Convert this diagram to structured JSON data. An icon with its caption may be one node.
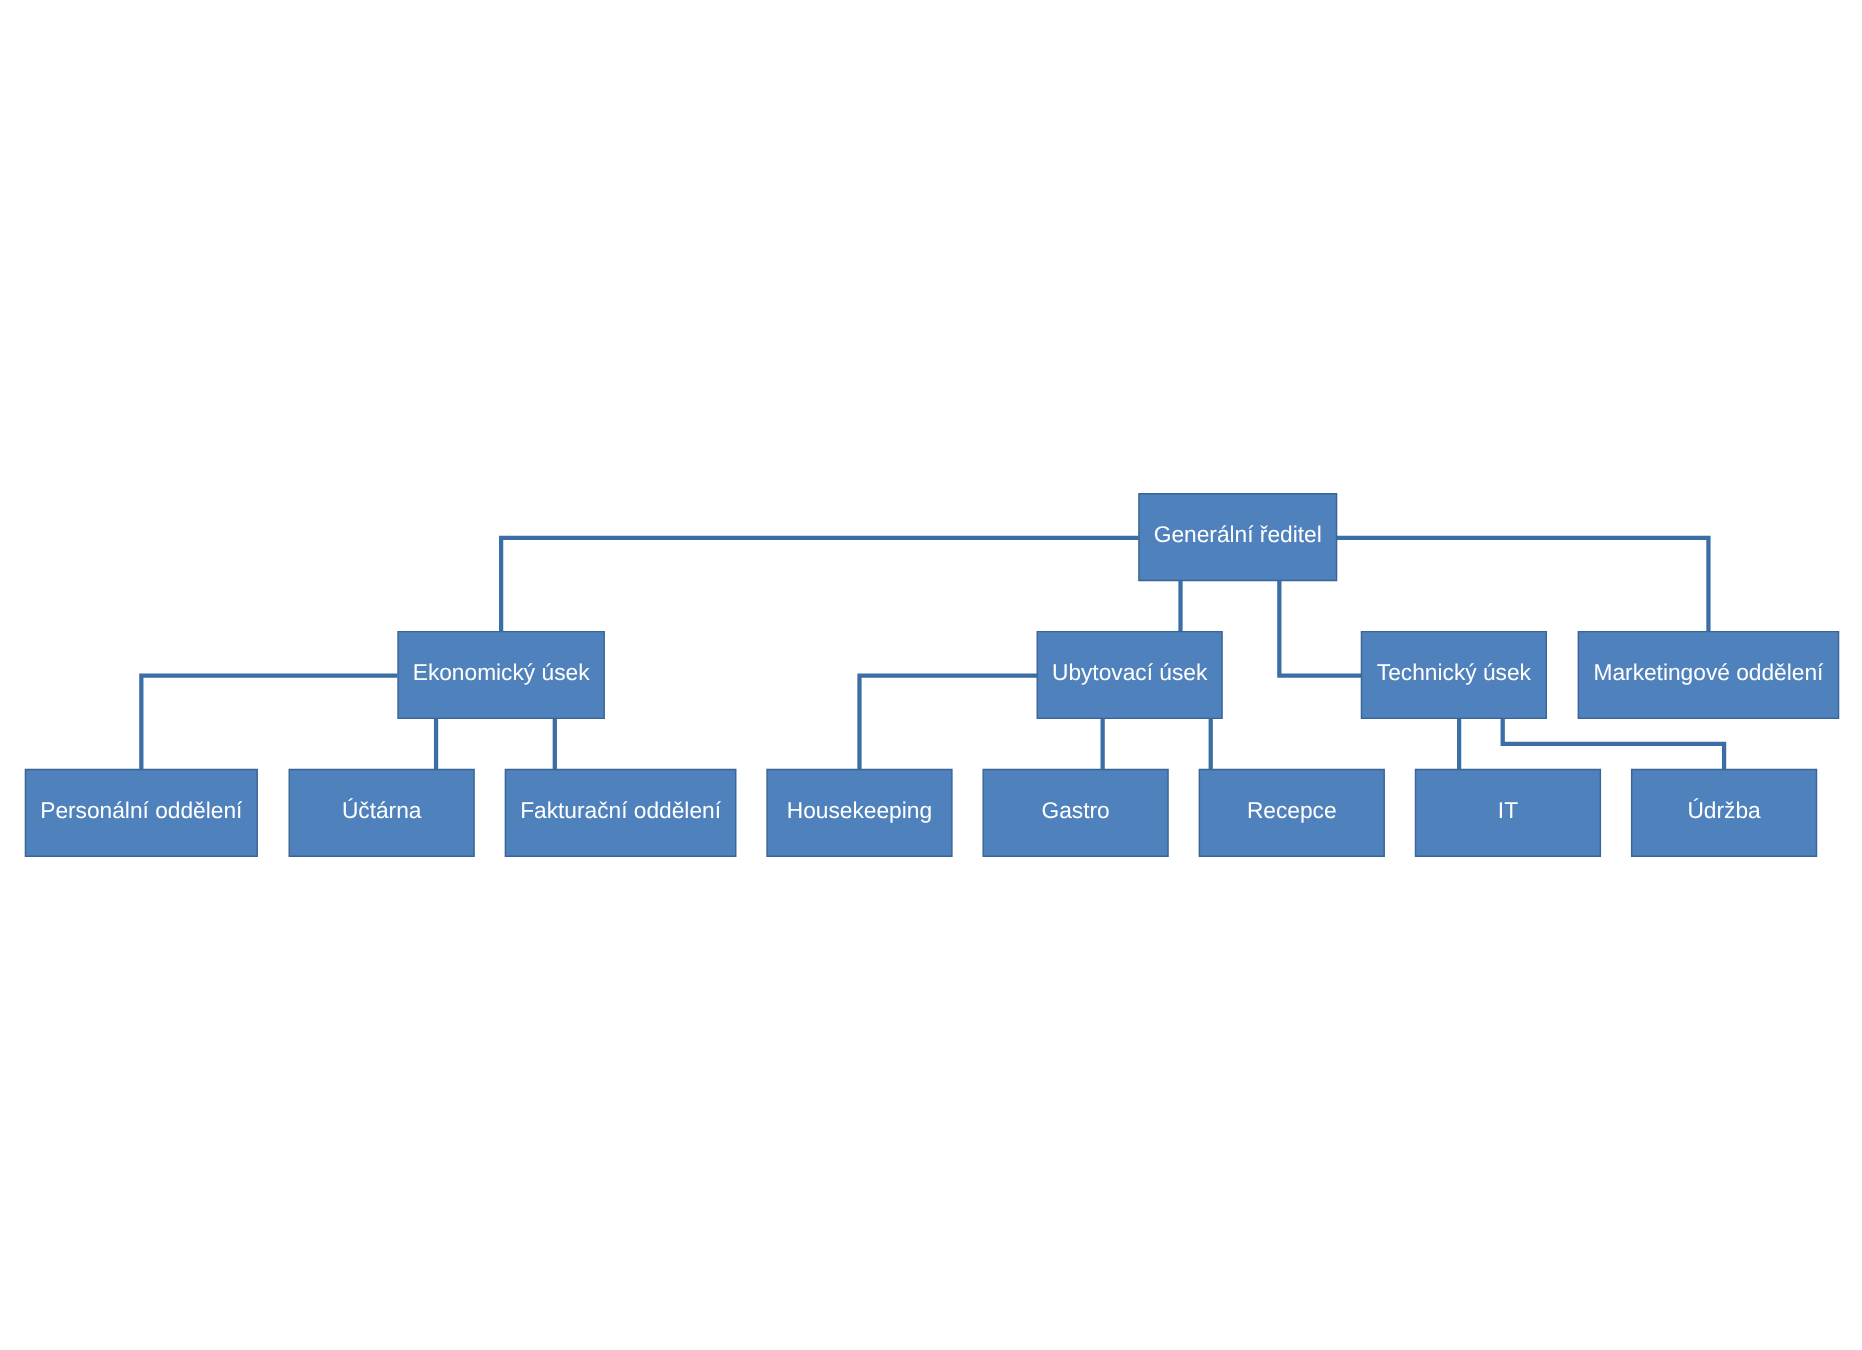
{
  "diagram": {
    "nodes": [
      {
        "text": [
          "Generální ředitel"
        ]
      },
      {
        "text": [
          "Ekonomický úsek"
        ]
      },
      {
        "text": [
          "Ubytovací úsek"
        ]
      },
      {
        "text": [
          "Technický úsek"
        ]
      },
      {
        "text": [
          "Marketingové oddělení"
        ]
      },
      {
        "text": [
          "Personální oddělení"
        ]
      },
      {
        "text": [
          "Účtárna"
        ]
      },
      {
        "text": [
          "Fakturační oddělení"
        ]
      },
      {
        "text": [
          "Housekeeping"
        ]
      },
      {
        "text": [
          "Gastro"
        ]
      },
      {
        "text": [
          "Recepce"
        ]
      },
      {
        "text": [
          "IT"
        ]
      },
      {
        "text": [
          "Údržba"
        ]
      }
    ],
    "edges": [
      {
        "from": 0,
        "to": 1,
        "arrow": "none"
      },
      {
        "from": 0,
        "to": 2,
        "arrow": "none"
      },
      {
        "from": 0,
        "to": 3,
        "arrow": "none"
      },
      {
        "from": 0,
        "to": 4,
        "arrow": "none"
      },
      {
        "from": 1,
        "to": 5,
        "arrow": "none"
      },
      {
        "from": 1,
        "to": 6,
        "arrow": "none"
      },
      {
        "from": 1,
        "to": 7,
        "arrow": "none"
      },
      {
        "from": 2,
        "to": 8,
        "arrow": "none"
      },
      {
        "from": 2,
        "to": 9,
        "arrow": "none"
      },
      {
        "from": 2,
        "to": 10,
        "arrow": "none"
      },
      {
        "from": 3,
        "to": 11,
        "arrow": "none"
      },
      {
        "from": 3,
        "to": 12,
        "arrow": "none"
      }
    ]
  }
}
